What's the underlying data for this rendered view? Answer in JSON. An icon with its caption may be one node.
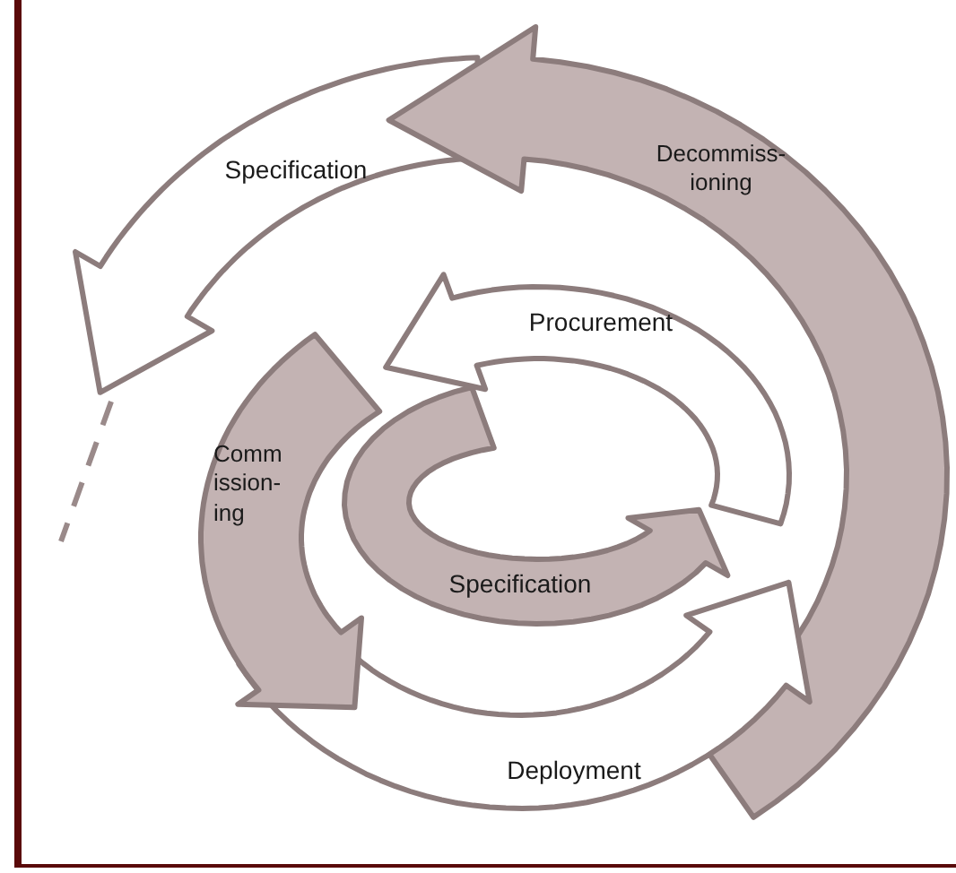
{
  "diagram": {
    "nodes": [
      {
        "text": [
          "Specification"
        ]
      },
      {
        "text": [
          "Decommiss- ioning"
        ]
      },
      {
        "text": [
          "Procurement"
        ]
      },
      {
        "text": [
          "Comm ission- ing"
        ]
      },
      {
        "text": [
          "Specification"
        ]
      },
      {
        "text": [
          "Deployment"
        ]
      }
    ]
  }
}
